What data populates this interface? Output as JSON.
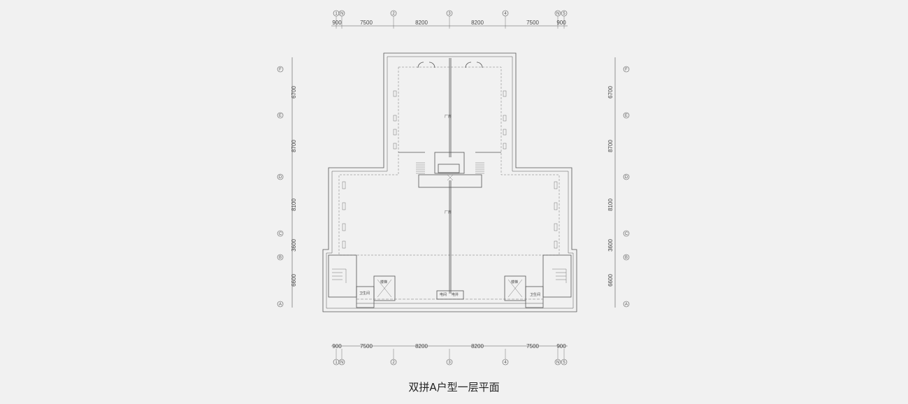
{
  "caption": "双拼A户型一层平面",
  "horizontal_axes": [
    "1",
    "N",
    "2",
    "3",
    "4",
    "N",
    "5"
  ],
  "horizontal_dims": [
    "900",
    "7500",
    "8200",
    "8200",
    "7500",
    "900"
  ],
  "vertical_axes": [
    "F",
    "E",
    "D",
    "C",
    "B",
    "A"
  ],
  "vertical_dims": [
    "6700",
    "8700",
    "8100",
    "3600",
    "6600"
  ],
  "rooms": {
    "factory_upper": "厂房",
    "factory_lower": "厂房",
    "stair_left": "楼梯",
    "stair_right": "楼梯",
    "toilet_left": "卫生间",
    "toilet_right": "卫生间",
    "elec_well": "电井",
    "elec_room": "电间"
  },
  "colors": {
    "background": "#f1f1f1",
    "line": "#555555",
    "text": "#222222"
  }
}
